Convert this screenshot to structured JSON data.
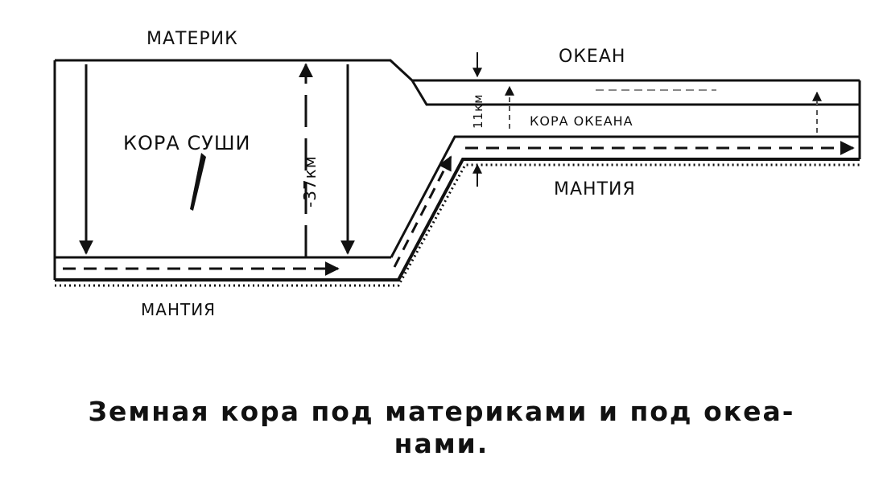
{
  "labels": {
    "continent": "МАТЕРИК",
    "ocean": "ОКЕАН",
    "land_crust": "КОРА СУШИ",
    "ocean_crust": "КОРА ОКЕАНА",
    "mantle_left": "МАНТИЯ",
    "mantle_right": "МАНТИЯ",
    "thickness_land": "-37км",
    "thickness_ocean": "11км"
  },
  "caption": {
    "line1": "Земная кора под материками и под океа-",
    "line2": "нами."
  },
  "colors": {
    "ink": "#111111",
    "background": "#ffffff"
  }
}
